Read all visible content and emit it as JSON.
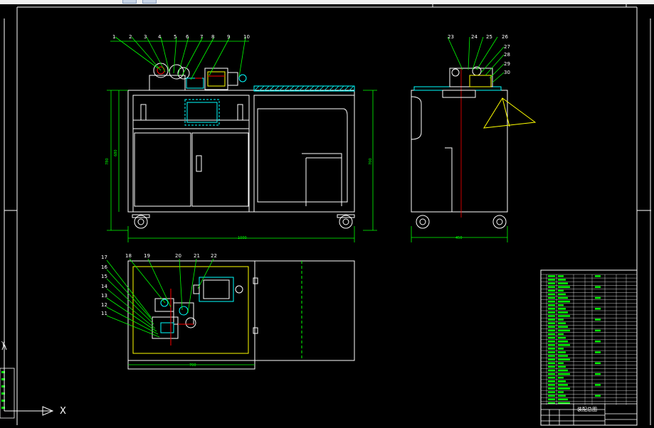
{
  "colors": {
    "background": "#000000",
    "frame": "#ffffff",
    "leader": "#00ff00",
    "label": "#ffffff",
    "cyan": "#00ffff",
    "green": "#00ff00",
    "yellow": "#ffff00",
    "red": "#ff0000",
    "magenta": "#ff00ff",
    "dim": "#00ff00"
  },
  "front_view": {
    "part_numbers": [
      "1",
      "2",
      "3",
      "4",
      "5",
      "6",
      "7",
      "8",
      "9",
      "10"
    ]
  },
  "side_view": {
    "part_numbers": [
      "23",
      "24",
      "25",
      "26",
      "27",
      "28",
      "29",
      "30"
    ]
  },
  "plan_view": {
    "part_numbers_left": [
      "17",
      "16",
      "15",
      "14",
      "13",
      "12",
      "11"
    ],
    "part_numbers_top": [
      "18",
      "19",
      "20",
      "21",
      "22"
    ]
  },
  "title_block": {
    "drawing_title": "装配总图",
    "row_count": 36
  },
  "ucs": {
    "x_label": "X",
    "y_label": "Y"
  },
  "icons": [
    "ucs-icon"
  ]
}
